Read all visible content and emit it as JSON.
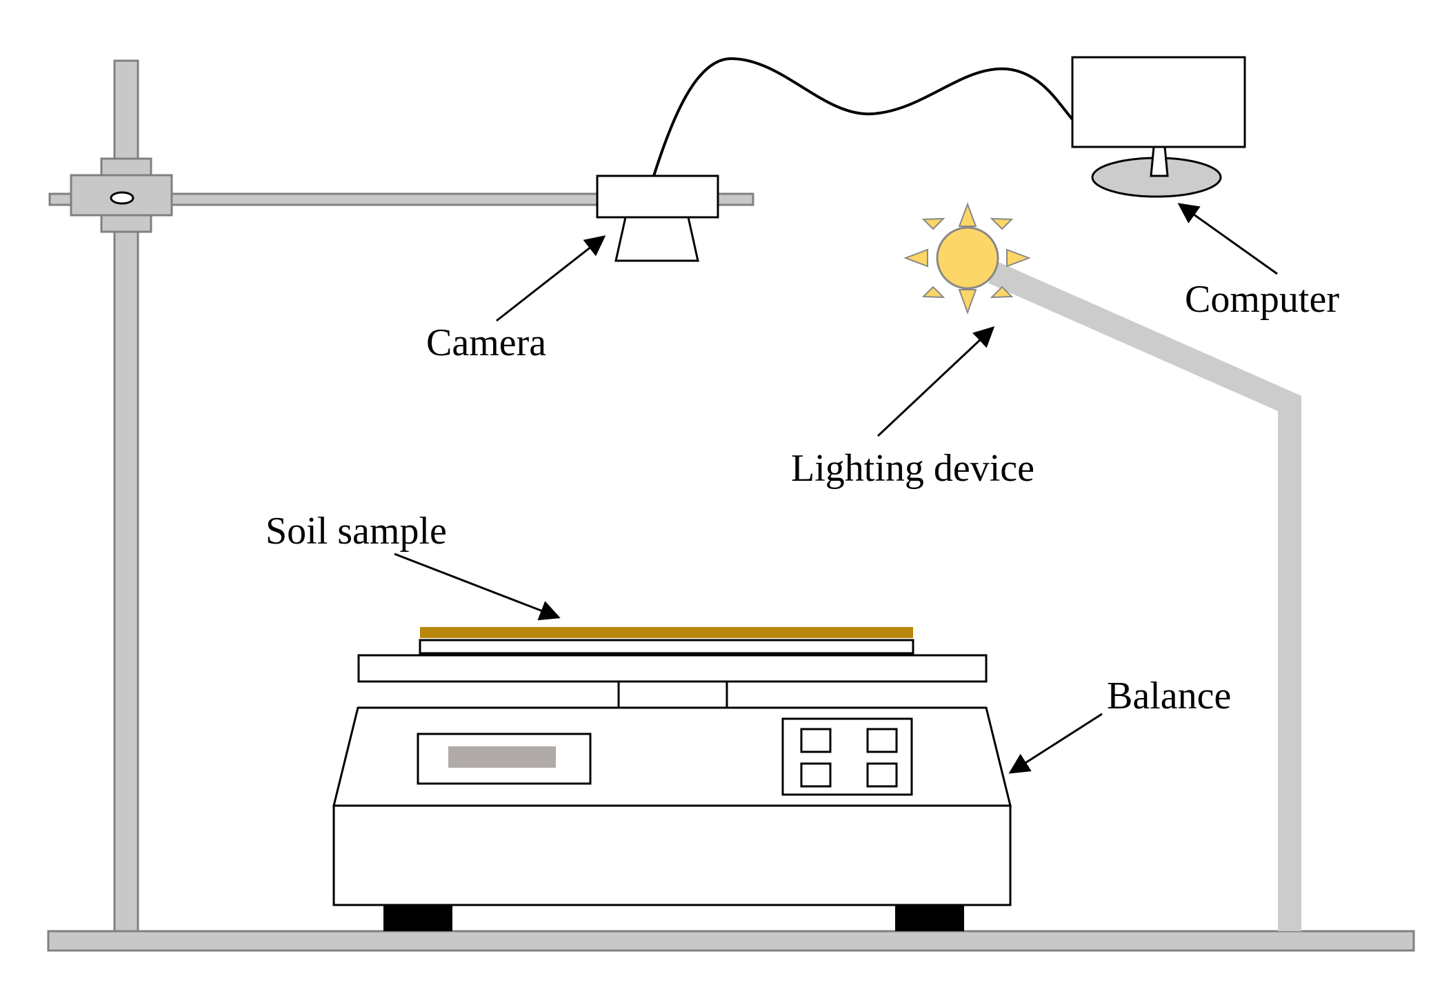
{
  "labels": {
    "camera": "Camera",
    "computer": "Computer",
    "lighting": "Lighting device",
    "soil": "Soil sample",
    "balance": "Balance"
  },
  "colors": {
    "stand": "#c8c8c8",
    "stand_outline": "#808080",
    "soil": "#b8860b",
    "sun_core": "#fcd666",
    "sun_outline": "#888888",
    "display_screen": "#b0aaa8",
    "feet": "#000000",
    "lamp_arm": "#cccccc"
  }
}
